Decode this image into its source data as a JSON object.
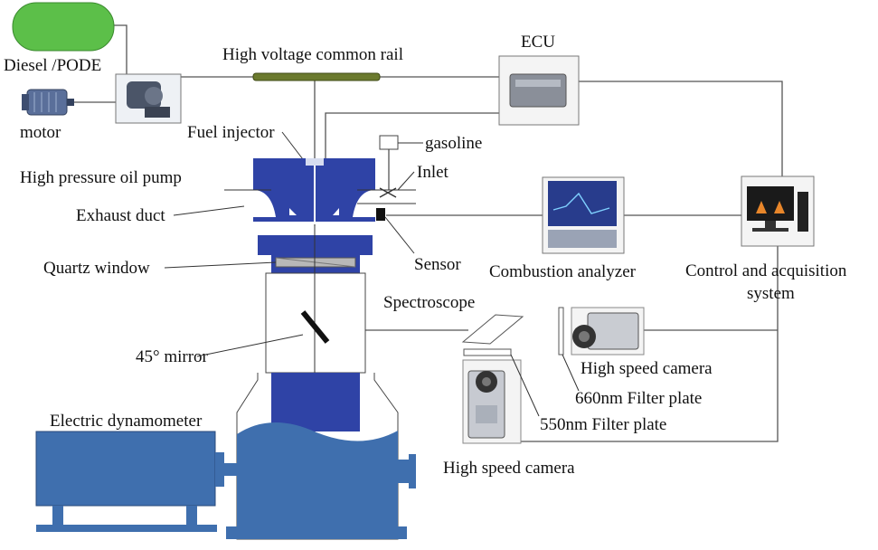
{
  "diagram": {
    "labels": {
      "diesel_tank": "Diesel /PODE",
      "motor": "motor",
      "rail": "High voltage common rail",
      "ecu": "ECU",
      "fuel_injector": "Fuel injector",
      "gasoline": "gasoline",
      "inlet": "Inlet",
      "hp_pump": "High pressure oil pump",
      "exhaust": "Exhaust duct",
      "quartz": "Quartz window",
      "sensor": "Sensor",
      "combustion_analyzer": "Combustion analyzer",
      "control_line1": "Control and acquisition",
      "control_line2": "system",
      "spectroscope": "Spectroscope",
      "mirror": "45° mirror",
      "hs_camera_top": "High speed camera",
      "filter_660": "660nm Filter plate",
      "filter_550": "550nm Filter plate",
      "dyno": "Electric dynamometer",
      "hs_camera_bottom": "High speed camera"
    },
    "colors": {
      "tank_green": "#5cbf49",
      "engine_blue": "#2f43a6",
      "dyno_blue": "#3f6fae",
      "rail_olive": "#6b7a2e"
    }
  }
}
